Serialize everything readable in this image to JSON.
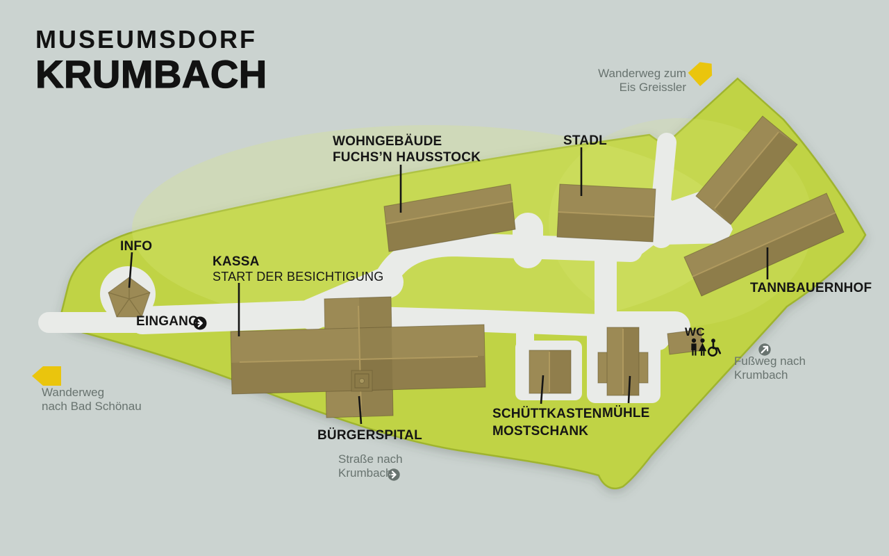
{
  "poster": {
    "title_line1": "MUSEUMSDORF",
    "title_line2": "KRUMBACH"
  },
  "labels": {
    "info": "INFO",
    "kassa": "KASSA",
    "kassa_sub": "START DER BESICHTIGUNG",
    "wohngebaeude_line1": "WOHNGEBÄUDE",
    "wohngebaeude_line2": "FUCHS’N HAUSSTOCK",
    "stadl": "STADL",
    "tannbauernhof": "TANNBAUERNHOF",
    "buergerspital": "BÜRGERSPITAL",
    "schuettkasten_line1": "SCHÜTTKASTEN",
    "schuettkasten_line2": "MOSTSCHANK",
    "muehle": "MÜHLE",
    "wc": "WC",
    "eingang": "EINGANG"
  },
  "wayfinding": {
    "eis_greissler_line1": "Wanderweg zum",
    "eis_greissler_line2": "Eis Greissler",
    "bad_schoenau_line1": "Wanderweg",
    "bad_schoenau_line2": "nach Bad Schönau",
    "fussweg_line1": "Fußweg nach",
    "fussweg_line2": "Krumbach",
    "strasse_line1": "Straße nach",
    "strasse_line2": "Krumbach"
  },
  "icons": {
    "entrance_arrow": "arrow-right-in-black-circle",
    "fussweg_arrow": "arrow-northeast-in-gray-circle",
    "strasse_arrow": "arrow-right-in-gray-circle",
    "trail_arrow_top": "yellow-arrow-northeast",
    "trail_arrow_left": "yellow-arrow-west",
    "wc_icons": [
      "male-icon",
      "female-icon",
      "wheelchair-icon"
    ]
  },
  "colors": {
    "background": "#cbd3d0",
    "meadow_green": "#c0d345",
    "meadow_edge": "#9fb42f",
    "meadow_highlight": "#dcea7d",
    "path_white": "#e9ebe8",
    "building_brown": "#9c8a55",
    "building_dark": "#8c7b49",
    "accent_yellow": "#eac50d",
    "text_black": "#151515",
    "text_gray": "#68736f"
  }
}
